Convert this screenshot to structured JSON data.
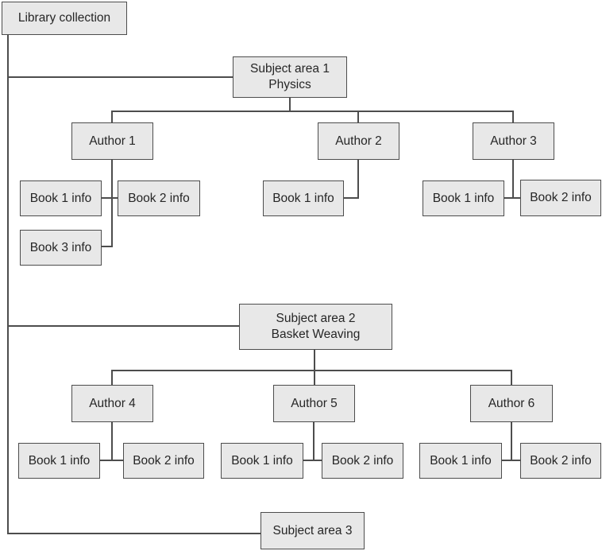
{
  "diagram": {
    "root_label": "Library collection",
    "subject_areas": [
      {
        "label_line1": "Subject area 1",
        "label_line2": "Physics",
        "authors": [
          {
            "label": "Author 1",
            "books": [
              "Book 1 info",
              "Book 2 info",
              "Book 3 info"
            ]
          },
          {
            "label": "Author 2",
            "books": [
              "Book 1 info"
            ]
          },
          {
            "label": "Author 3",
            "books": [
              "Book 1 info",
              "Book 2 info"
            ]
          }
        ]
      },
      {
        "label_line1": "Subject area 2",
        "label_line2": "Basket Weaving",
        "authors": [
          {
            "label": "Author 4",
            "books": [
              "Book 1 info",
              "Book 2 info"
            ]
          },
          {
            "label": "Author 5",
            "books": [
              "Book 1 info",
              "Book 2 info"
            ]
          },
          {
            "label": "Author 6",
            "books": [
              "Book 1 info",
              "Book 2 info"
            ]
          }
        ]
      },
      {
        "label_line1": "Subject area 3",
        "label_line2": ""
      }
    ],
    "colors": {
      "box_fill": "#e8e8e8",
      "box_border": "#4d4d4d",
      "line": "#4d4d4d",
      "text": "#262626",
      "background": "#ffffff"
    }
  }
}
